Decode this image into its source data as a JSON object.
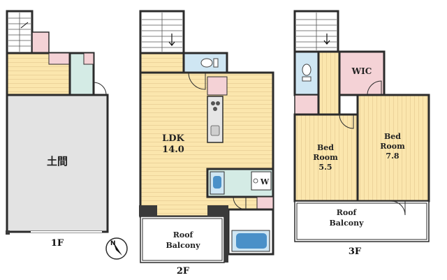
{
  "floors": {
    "f1": {
      "label": "1F",
      "rooms": {
        "doma": "土間"
      }
    },
    "f2": {
      "label": "2F",
      "rooms": {
        "ldk_line1": "LDK",
        "ldk_line2": "14.0",
        "roof_line1": "Roof",
        "roof_line2": "Balcony",
        "washer": "W"
      }
    },
    "f3": {
      "label": "3F",
      "rooms": {
        "wic": "WIC",
        "bed1_line1": "Bed",
        "bed1_line2": "Room",
        "bed1_line3": "5.5",
        "bed2_line1": "Bed",
        "bed2_line2": "Room",
        "bed2_line3": "7.8",
        "roof_line1": "Roof",
        "roof_line2": "Balcony"
      }
    }
  },
  "compass": {
    "label": "N"
  },
  "colors": {
    "wall": "#2b2b2b",
    "wood_floor": "#fbe6ad",
    "wood_line": "#e6c88a",
    "doma": "#e3e3e3",
    "pink": "#f4d2d6",
    "blue": "#cfe6f3",
    "green": "#d4ebe5",
    "pillar": "#3a3a3a"
  }
}
